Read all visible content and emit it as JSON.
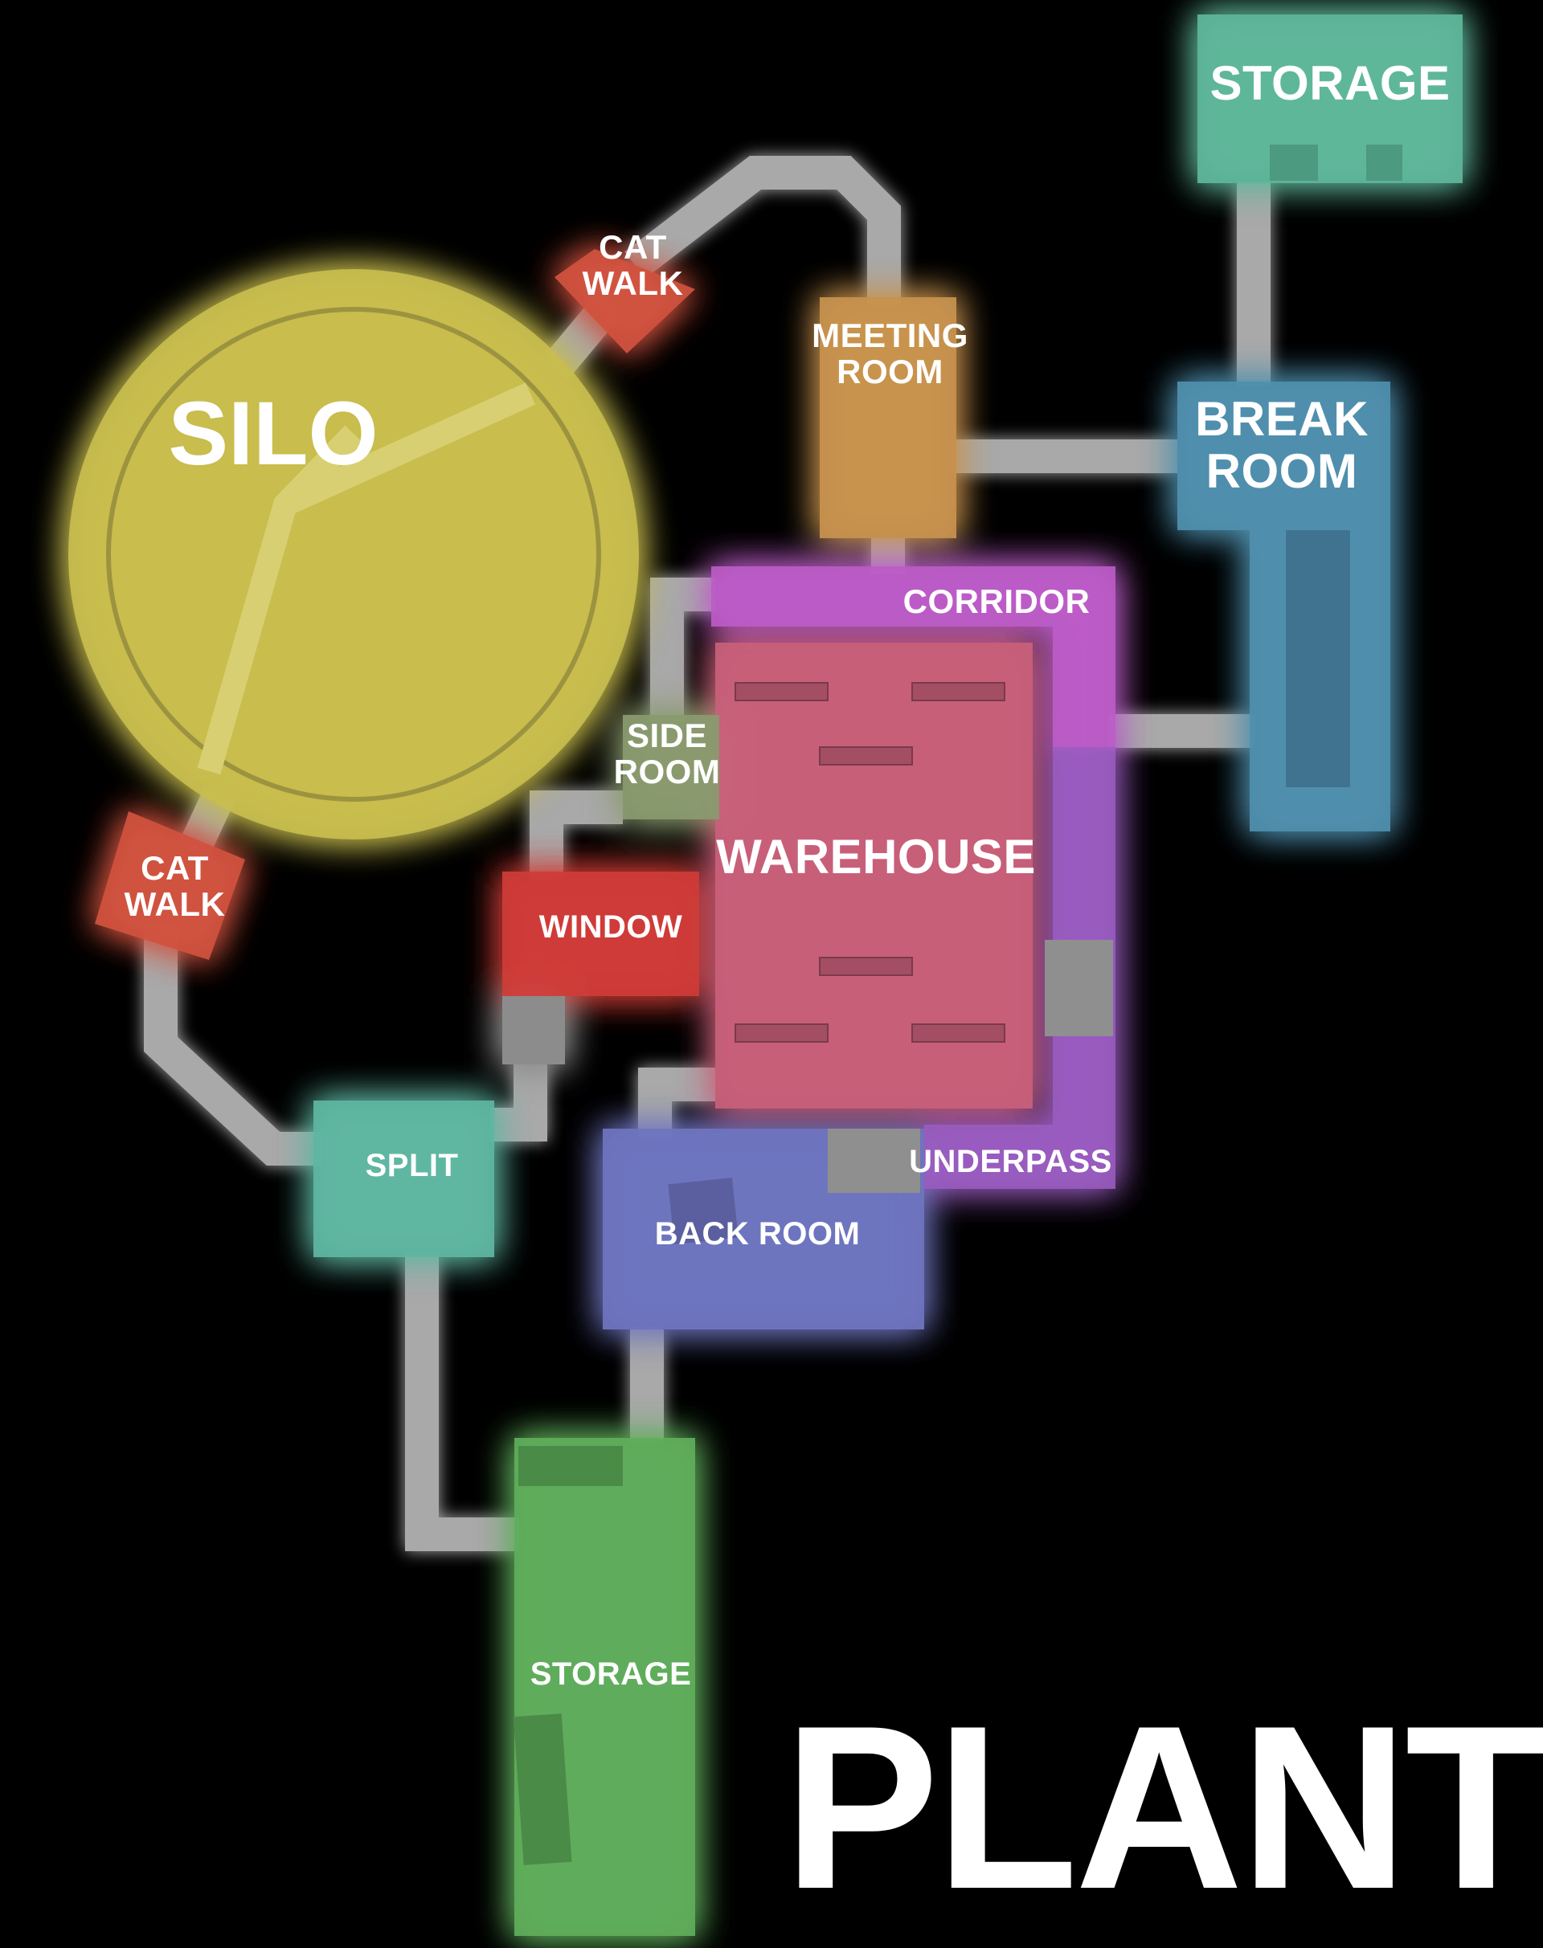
{
  "map": {
    "title": "PLANT",
    "background": "#000000",
    "hallway_color": "#a9a9a9",
    "rooms": [
      {
        "id": "silo",
        "label": "SILO",
        "color": "#c8bd4e",
        "icon": "circular-silo"
      },
      {
        "id": "catwalk-top",
        "label": "CAT\nWALK",
        "color": "#d0533f"
      },
      {
        "id": "catwalk-left",
        "label": "CAT\nWALK",
        "color": "#d0533f"
      },
      {
        "id": "meeting-room",
        "label": "MEETING\nROOM",
        "color": "#c8924e"
      },
      {
        "id": "storage-top",
        "label": "STORAGE",
        "color": "#5eb69a"
      },
      {
        "id": "break-room",
        "label": "BREAK\nROOM",
        "color": "#4f8fae"
      },
      {
        "id": "corridor",
        "label": "CORRIDOR",
        "color": "#bc5cc8"
      },
      {
        "id": "side-room",
        "label": "SIDE\nROOM",
        "color": "#8a9a6f"
      },
      {
        "id": "warehouse",
        "label": "WAREHOUSE",
        "color": "#c9607a"
      },
      {
        "id": "window",
        "label": "WINDOW",
        "color": "#cf3c37"
      },
      {
        "id": "split",
        "label": "SPLIT",
        "color": "#5eb6a2"
      },
      {
        "id": "back-room",
        "label": "BACK ROOM",
        "color": "#6f74bf"
      },
      {
        "id": "underpass",
        "label": "UNDERPASS",
        "color": "#9a5cc0"
      },
      {
        "id": "storage-bottom",
        "label": "STORAGE",
        "color": "#5fae5b"
      }
    ]
  }
}
